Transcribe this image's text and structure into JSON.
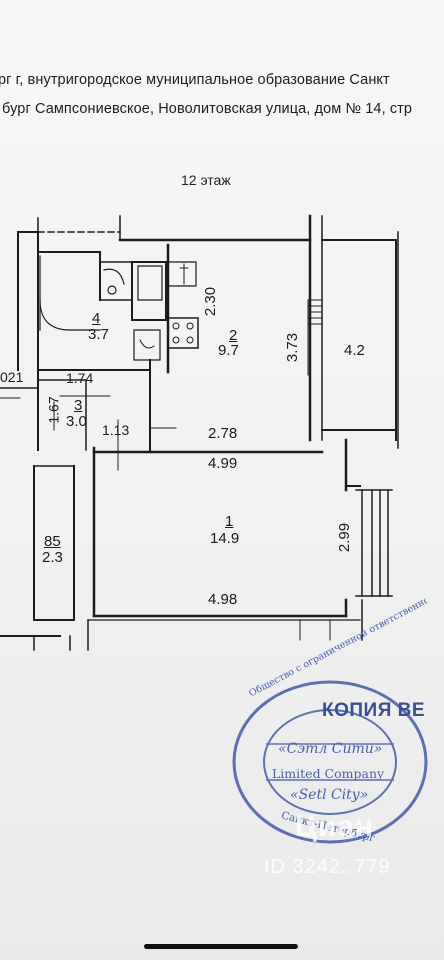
{
  "address": {
    "line1": "рг г, внутригородское муниципальное образование Санкт",
    "line2": "бург Сампсониевское, Новолитовская улица, дом № 14, стр"
  },
  "floor_label": "12 этаж",
  "rooms": [
    {
      "num": "1",
      "area": "14.9"
    },
    {
      "num": "2",
      "area": "9.7"
    },
    {
      "num": "3",
      "area": "3.0"
    },
    {
      "num": "4",
      "area": "3.7"
    },
    {
      "num": "",
      "area": "4.2"
    },
    {
      "num": "85",
      "area": "2.3"
    }
  ],
  "dimensions": {
    "d230": "2.30",
    "d373": "3.73",
    "d174": "1.74",
    "d167": "1.67",
    "d113": "1.13",
    "d278": "2.78",
    "d499": "4.99",
    "d299": "2.99",
    "d498": "4.98",
    "d021": "021"
  },
  "stamp": {
    "ring_text": "Общество с ограниченной ответственностью",
    "name_ru": "«Сэтл Сити»",
    "name_en_line1": "Limited Company",
    "name_en_line2": "«Setl City»",
    "city": "Санкт-Петербург"
  },
  "copy_label": "КОПИЯ ВЕ",
  "watermark": {
    "brand": "Циан",
    "id": "ID 3242..779"
  },
  "colors": {
    "ink": "#1a1a1a",
    "stamp_blue": "#4a5fa8",
    "paper": "#f3f3f3"
  }
}
